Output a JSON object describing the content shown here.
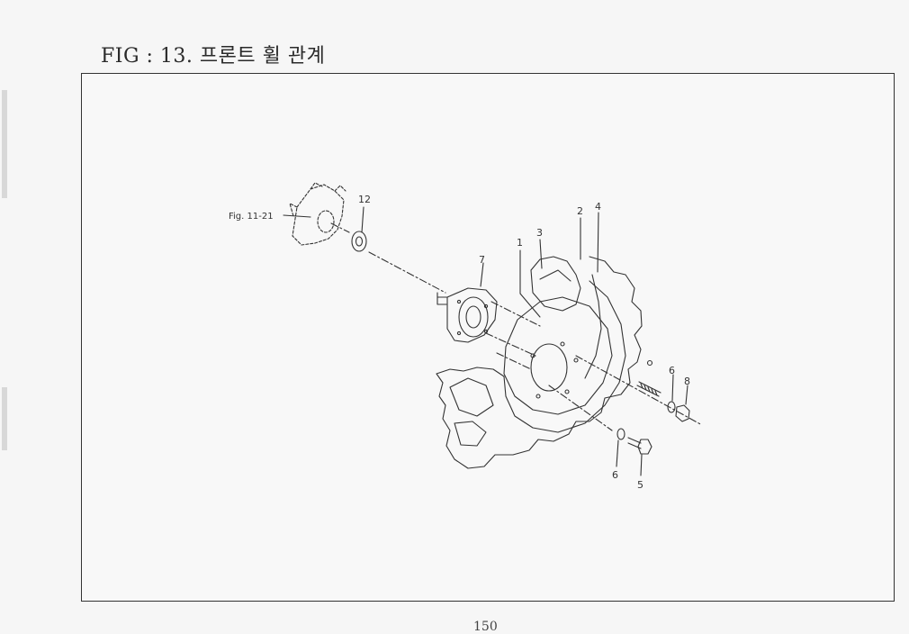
{
  "page": {
    "title": "FIG : 13. 프론트 휠 관계",
    "page_number": "150"
  },
  "diagram": {
    "reference_label": "Fig. 11-21",
    "callouts": [
      {
        "id": "12",
        "text": "12"
      },
      {
        "id": "7",
        "text": "7"
      },
      {
        "id": "1",
        "text": "1"
      },
      {
        "id": "3",
        "text": "3"
      },
      {
        "id": "2",
        "text": "2"
      },
      {
        "id": "4",
        "text": "4"
      },
      {
        "id": "6a",
        "text": "6"
      },
      {
        "id": "8",
        "text": "8"
      },
      {
        "id": "6b",
        "text": "6"
      },
      {
        "id": "5",
        "text": "5"
      }
    ]
  }
}
